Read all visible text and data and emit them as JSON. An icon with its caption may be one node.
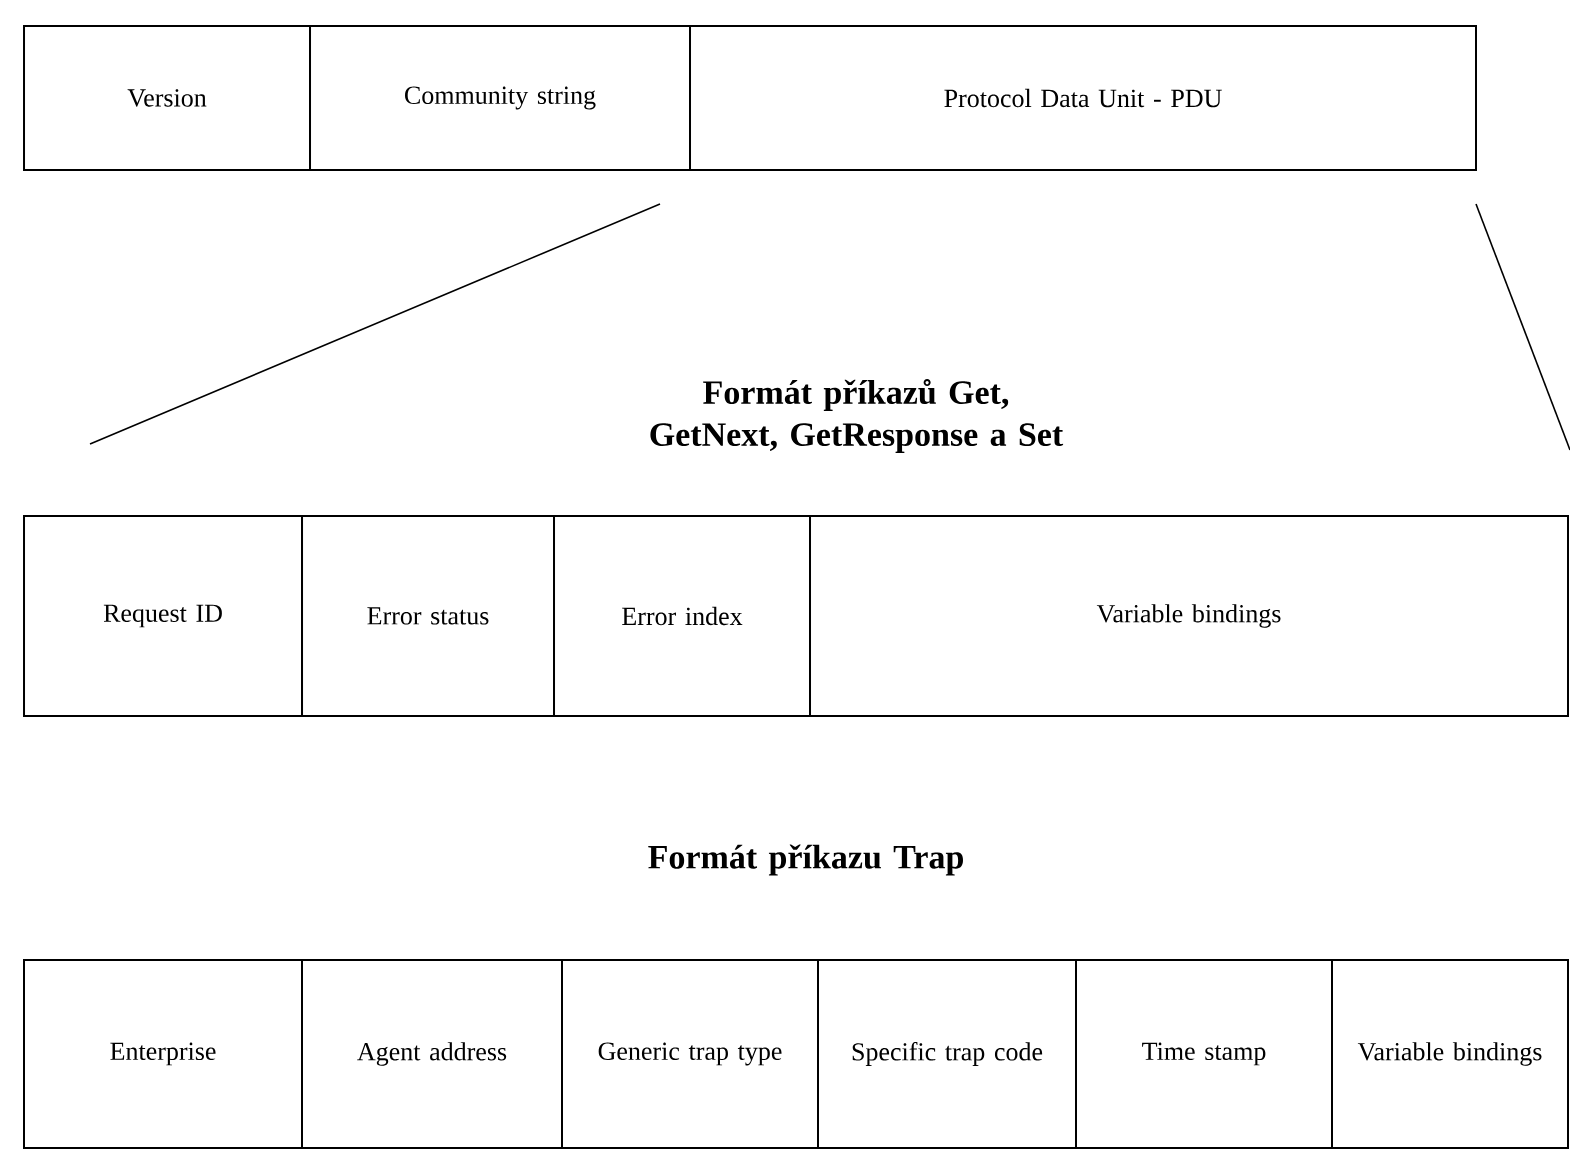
{
  "diagram": {
    "nodes": [
      {
        "text": [
          "Version"
        ]
      },
      {
        "text": [
          "Community string"
        ]
      },
      {
        "text": [
          "Protocol Data Unit - PDU"
        ]
      },
      {
        "text": [
          "Request ID"
        ]
      },
      {
        "text": [
          "Error status"
        ]
      },
      {
        "text": [
          "Error index"
        ]
      },
      {
        "text": [
          "Variable bindings"
        ]
      },
      {
        "text": [
          "Enterprise"
        ]
      },
      {
        "text": [
          "Agent address"
        ]
      },
      {
        "text": [
          "Generic trap type"
        ]
      },
      {
        "text": [
          "Specific trap code"
        ]
      },
      {
        "text": [
          "Time stamp"
        ]
      },
      {
        "text": [
          "Variable bindings"
        ]
      }
    ],
    "edges": [],
    "labels": [
      "Formát příkazů Get, GetNext, GetResponse a Set",
      "Formát příkazu Trap"
    ]
  }
}
